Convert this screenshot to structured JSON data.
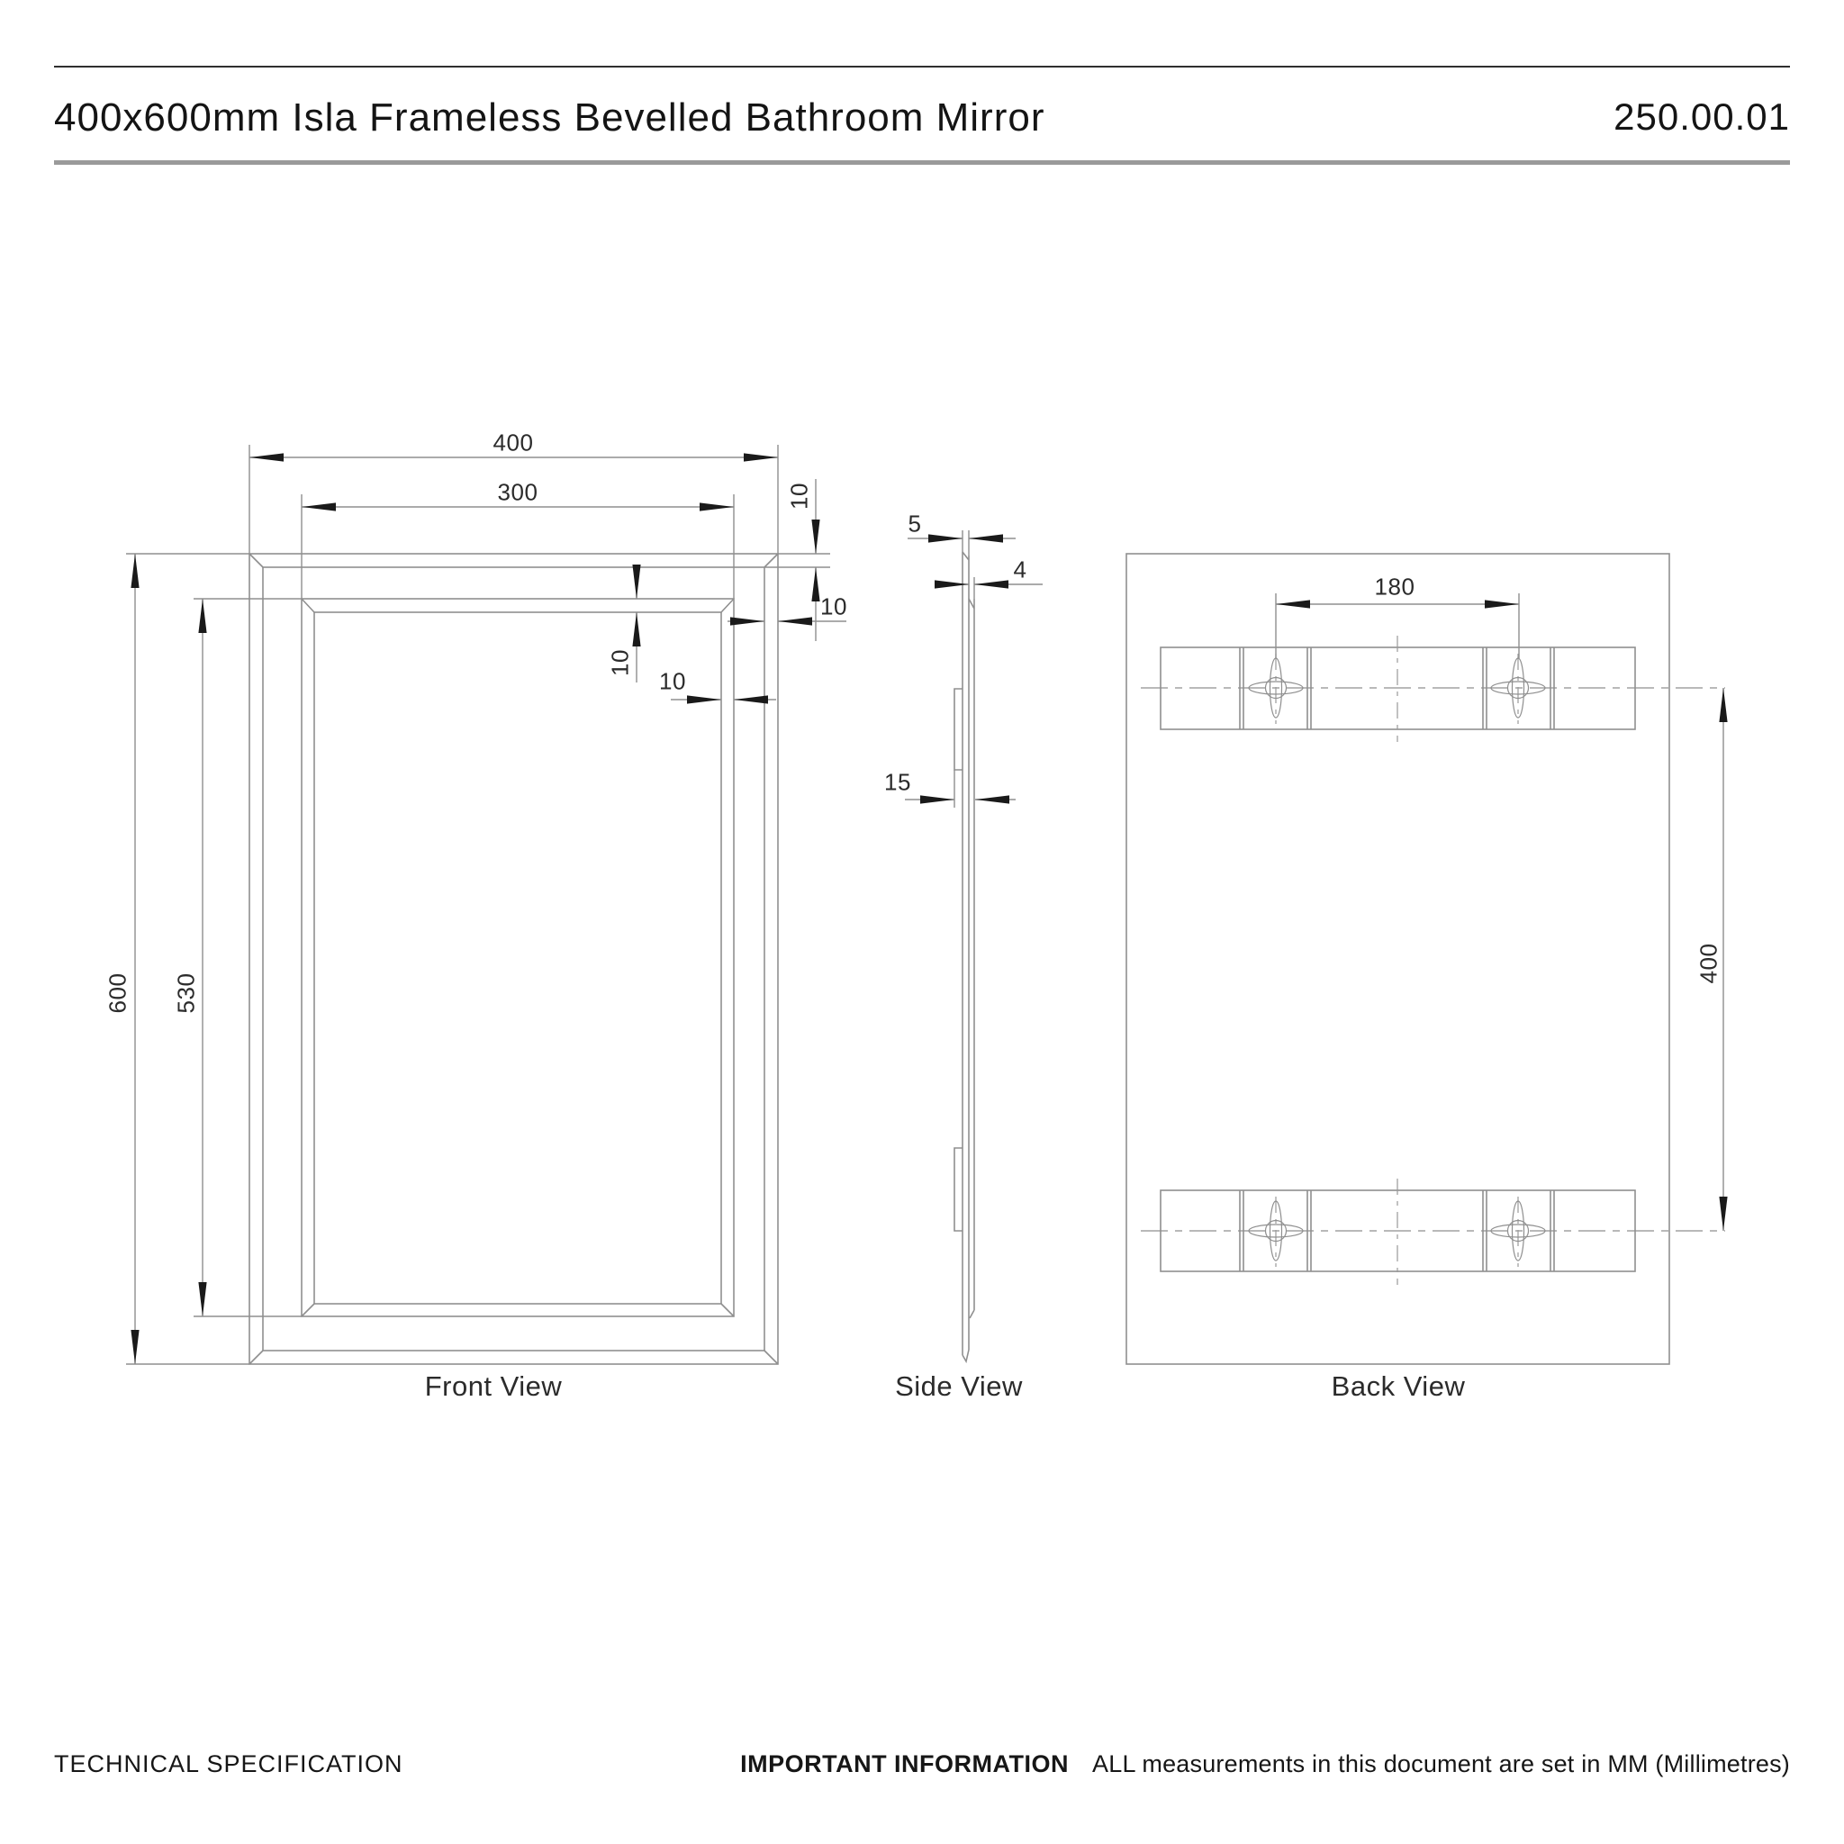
{
  "header": {
    "title": "400x600mm Isla Frameless Bevelled Bathroom Mirror",
    "doc_number": "250.00.01"
  },
  "views": {
    "front": {
      "label": "Front View",
      "dims": {
        "width": "400",
        "inner_width": "300",
        "height": "600",
        "inner_height": "530",
        "bevel_top_right": "10",
        "bevel_right": "10",
        "inner_bevel_top": "10",
        "inner_bevel_right": "10"
      }
    },
    "side": {
      "label": "Side View",
      "dims": {
        "glass_thickness": "5",
        "backing_thickness": "4",
        "total_depth": "15"
      }
    },
    "back": {
      "label": "Back View",
      "dims": {
        "hanger_spacing": "180",
        "bracket_spacing": "400"
      }
    }
  },
  "footer": {
    "section_label": "TECHNICAL SPECIFICATION",
    "important_label": "IMPORTANT INFORMATION",
    "important_text": "ALL measurements in this document are set in MM (Millimetres)"
  },
  "colors": {
    "background": "#ffffff",
    "line": "#8f8f8f",
    "arrow": "#1a1a1a",
    "text": "#2b2b2b",
    "header_rule_top": "#2f2f2f",
    "header_rule_bottom": "#9a9a9a"
  }
}
